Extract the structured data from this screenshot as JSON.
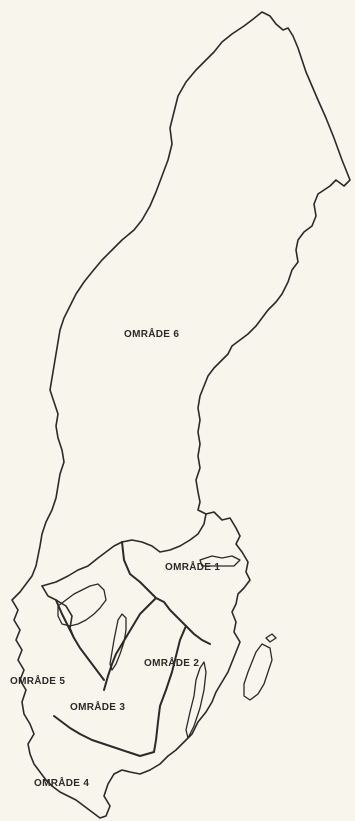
{
  "map": {
    "background_color": "#f7f5ec",
    "line_color": "#2a2a28",
    "regions": [
      {
        "id": "omrade-6",
        "label": "OMRÅDE 6"
      },
      {
        "id": "omrade-1",
        "label": "OMRÅDE 1"
      },
      {
        "id": "omrade-2",
        "label": "OMRÅDE 2"
      },
      {
        "id": "omrade-5",
        "label": "OMRÅDE 5"
      },
      {
        "id": "omrade-3",
        "label": "OMRÅDE 3"
      },
      {
        "id": "omrade-4",
        "label": "OMRÅDE 4"
      }
    ]
  }
}
